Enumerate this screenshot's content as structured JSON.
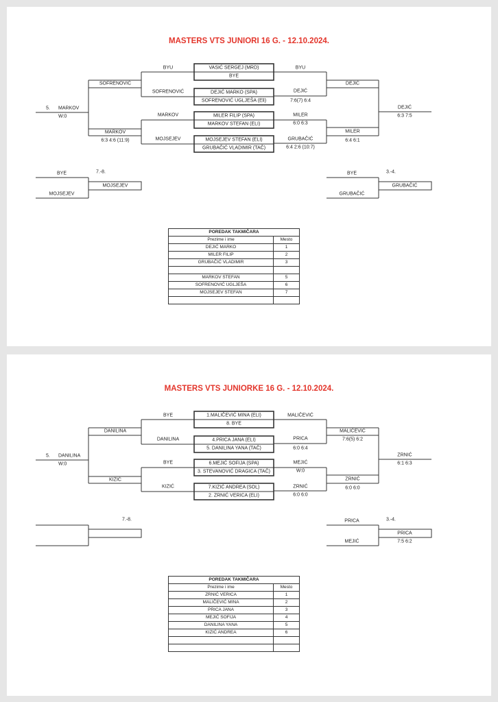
{
  "pages": [
    {
      "title": "MASTERS VTS JUNIORI 16 G. - 12.10.2024.",
      "draw": [
        "VASIĆ SERGEJ (MRD)",
        "BYE",
        "DEJIĆ MARKO (SPA)",
        "SOFRENOVIĆ UGLJEŠA (Eli)",
        "MILER FILIP (SPA)",
        "MARKOV STEFAN (ELI)",
        "MOJSEJEV STEFAN (ELI)",
        "GRUBAČIĆ VLADIMIR (TAČ)"
      ],
      "r1_left": [
        "BYU",
        "SOFRENOVIĆ",
        "MARKOV",
        "MOJSEJEV"
      ],
      "r2_left": [
        {
          "name": "SOFRENOVIĆ",
          "score": ""
        },
        {
          "name": "MARKOV",
          "score": "6:3 4:6 (11:9)"
        }
      ],
      "final_left": {
        "seed": "5.",
        "name": "MARKOV",
        "score": "W:0"
      },
      "r1_right": [
        {
          "name": "BYU",
          "score": ""
        },
        {
          "name": "DEJIĆ",
          "score": "7:6(7) 6:4"
        },
        {
          "name": "MILER",
          "score": "6:0 6:3"
        },
        {
          "name": "GRUBAČIĆ",
          "score": "6:4 2:6 (10:7)"
        }
      ],
      "r2_right": [
        {
          "name": "DEJIĆ",
          "score": ""
        },
        {
          "name": "MILER",
          "score": "6:4 6:1"
        }
      ],
      "final_right": {
        "name": "DEJIĆ",
        "score": "6:3 7:5"
      },
      "playoff_78": {
        "label": "7.-8.",
        "top": "BYE",
        "bottom": "MOJSEJEV",
        "winner": "MOJSEJEV",
        "score": ""
      },
      "playoff_34": {
        "label": "3.-4.",
        "top": "BYE",
        "bottom": "GRUBAČIĆ",
        "winner": "GRUBAČIĆ",
        "score": ""
      },
      "standings": {
        "title": "POREDAK TAKMIČARA",
        "col_name": "Prezime i ime",
        "col_place": "Mesto",
        "rows": [
          {
            "name": "DEJIĆ MARKO",
            "place": "1"
          },
          {
            "name": "MILER FILIP",
            "place": "2"
          },
          {
            "name": "GRUBAČIĆ VLADIMIR",
            "place": "3"
          },
          {
            "name": "",
            "place": ""
          },
          {
            "name": "MARKOV STEFAN",
            "place": "5"
          },
          {
            "name": "SOFRENOVIĆ UGLJEŠA",
            "place": "6"
          },
          {
            "name": "MOJSEJEV STEFAN",
            "place": "7"
          },
          {
            "name": "",
            "place": ""
          }
        ]
      }
    },
    {
      "title": "MASTERS VTS JUNIORKE 16 G. - 12.10.2024.",
      "draw": [
        "1.MALIČEVIĆ MINA (ELI)",
        "8. BYE",
        "4.PRICA JANA (ELI)",
        "5. DANILINA YANA (TAČ)",
        "6.MEJIĆ SOFIJA (SPA)",
        "3. STEVANOVIĆ DRAGICA (TAČ)",
        "7.KIZIĆ ANDREA (SOL)",
        "2. ZRNIĆ VERICA (ELI)"
      ],
      "r1_left": [
        "BYE",
        "DANILINA",
        "BYE",
        "KIZIĆ"
      ],
      "r2_left": [
        {
          "name": "DANILINA",
          "score": ""
        },
        {
          "name": "KIZIĆ",
          "score": ""
        }
      ],
      "final_left": {
        "seed": "5.",
        "name": "DANILINA",
        "score": "W:0"
      },
      "r1_right": [
        {
          "name": "MALIČEVIĆ",
          "score": ""
        },
        {
          "name": "PRICA",
          "score": "6:0 6:4"
        },
        {
          "name": "MEJIĆ",
          "score": "W:0"
        },
        {
          "name": "ZRNIĆ",
          "score": "6:0 6:0"
        }
      ],
      "r2_right": [
        {
          "name": "MALIČEVIĆ",
          "score": "7:6(5) 6:2"
        },
        {
          "name": "ZRNIĆ",
          "score": "6:0 6:0"
        }
      ],
      "final_right": {
        "name": "ZRNIĆ",
        "score": "6:1 6:3"
      },
      "playoff_78": {
        "label": "7.-8.",
        "top": "",
        "bottom": "",
        "winner": "",
        "score": ""
      },
      "playoff_34": {
        "label": "3.-4.",
        "top": "PRICA",
        "bottom": "MEJIĆ",
        "winner": "PRICA",
        "score": "7:5 6:2"
      },
      "standings": {
        "title": "POREDAK TAKMIČARA",
        "col_name": "Prezime i ime",
        "col_place": "Mesto",
        "rows": [
          {
            "name": "ZRNIĆ VERICA",
            "place": "1"
          },
          {
            "name": "MALIČEVIĆ MINA",
            "place": "2"
          },
          {
            "name": "PRICA JANA",
            "place": "3"
          },
          {
            "name": "MEJIĆ SOFIJA",
            "place": "4"
          },
          {
            "name": "DANILINA YANA",
            "place": "5"
          },
          {
            "name": "KIZIĆ ANDREA",
            "place": "6"
          },
          {
            "name": "",
            "place": ""
          },
          {
            "name": "",
            "place": ""
          }
        ]
      }
    }
  ]
}
